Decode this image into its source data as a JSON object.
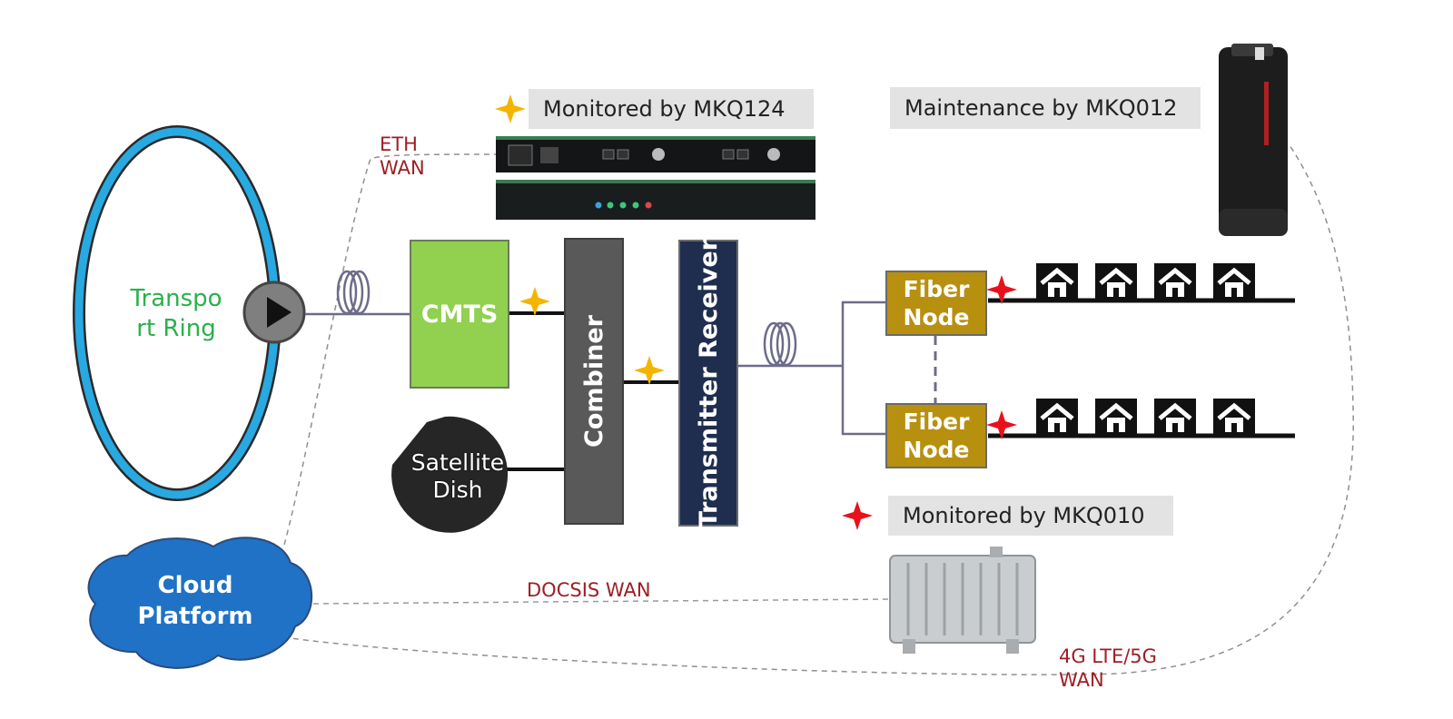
{
  "transport_ring": {
    "label": "Transpo\nrt Ring"
  },
  "cmts": {
    "label": "CMTS"
  },
  "combiner": {
    "label": "Combiner"
  },
  "transmitter_receiver": {
    "label": "Transmitter Receiver"
  },
  "satellite_dish": {
    "label": "Satellite\nDish"
  },
  "fiber_nodes": [
    {
      "label_line1": "Fiber",
      "label_line2": "Node"
    },
    {
      "label_line1": "Fiber",
      "label_line2": "Node"
    }
  ],
  "cloud_platform": {
    "label_line1": "Cloud",
    "label_line2": "Platform"
  },
  "monitors": {
    "mkq124": "Monitored by MKQ124",
    "mkq012": "Maintenance by MKQ012",
    "mkq010": "Monitored by MKQ010"
  },
  "wan_labels": {
    "eth_wan": "ETH\nWAN",
    "docsis_wan": "DOCSIS WAN",
    "lte_wan": "4G LTE/5G\nWAN"
  },
  "colors": {
    "ring_blue": "#29a9e1",
    "cmts_green": "#92d050",
    "combiner_gray": "#595959",
    "transmitter_navy": "#1f2d4f",
    "fiber_node_gold": "#b8900f",
    "cloud_blue": "#1f72c6",
    "star_yellow": "#f5b400",
    "star_red": "#e8111b",
    "wan_red": "#9c1f24",
    "label_text_green": "#2ab04a"
  }
}
